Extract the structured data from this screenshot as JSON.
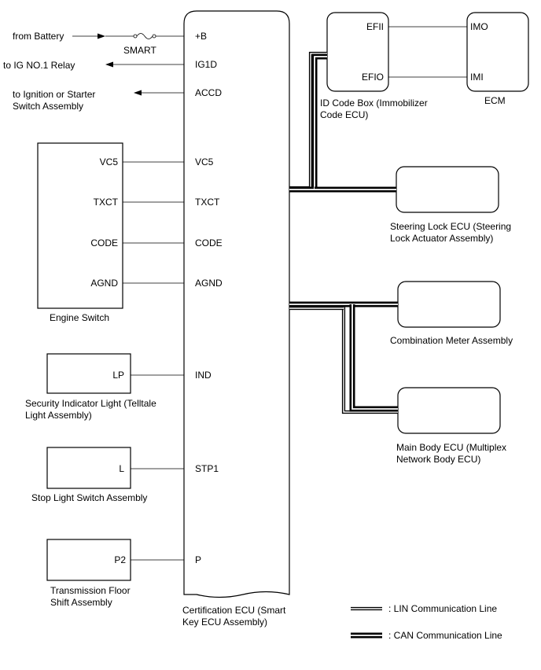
{
  "ecu": {
    "label_line1": "Certification ECU (Smart",
    "label_line2": "Key ECU Assembly)",
    "pins": {
      "b": "+B",
      "ig1d": "IG1D",
      "accd": "ACCD",
      "vc5": "VC5",
      "txct": "TXCT",
      "code": "CODE",
      "agnd": "AGND",
      "ind": "IND",
      "stp1": "STP1",
      "p": "P"
    }
  },
  "external": {
    "battery": "from Battery",
    "fuse": "SMART",
    "ig_relay": "to IG NO.1 Relay",
    "ignition_line1": "to Ignition or Starter",
    "ignition_line2": "Switch Assembly"
  },
  "engine_switch": {
    "label": "Engine Switch",
    "pins": {
      "vc5": "VC5",
      "txct": "TXCT",
      "code": "CODE",
      "agnd": "AGND"
    }
  },
  "security_indicator": {
    "label_line1": "Security Indicator Light (Telltale",
    "label_line2": "Light Assembly)",
    "pin": "LP"
  },
  "stop_light": {
    "label": "Stop Light Switch Assembly",
    "pin": "L"
  },
  "transmission": {
    "label_line1": "Transmission Floor",
    "label_line2": "Shift Assembly",
    "pin": "P2"
  },
  "id_code_box": {
    "label_line1": "ID Code Box (Immobilizer",
    "label_line2": "Code ECU)",
    "pins": {
      "efii": "EFII",
      "efio": "EFIO"
    }
  },
  "ecm": {
    "label": "ECM",
    "pins": {
      "imo": "IMO",
      "imi": "IMI"
    }
  },
  "steering_lock": {
    "label_line1": "Steering Lock ECU (Steering",
    "label_line2": "Lock Actuator Assembly)"
  },
  "combination_meter": {
    "label": "Combination Meter Assembly"
  },
  "main_body": {
    "label_line1": "Main Body ECU (Multiplex",
    "label_line2": "Network Body ECU)"
  },
  "legend": {
    "lin": ": LIN Communication Line",
    "can": ": CAN Communication Line"
  }
}
